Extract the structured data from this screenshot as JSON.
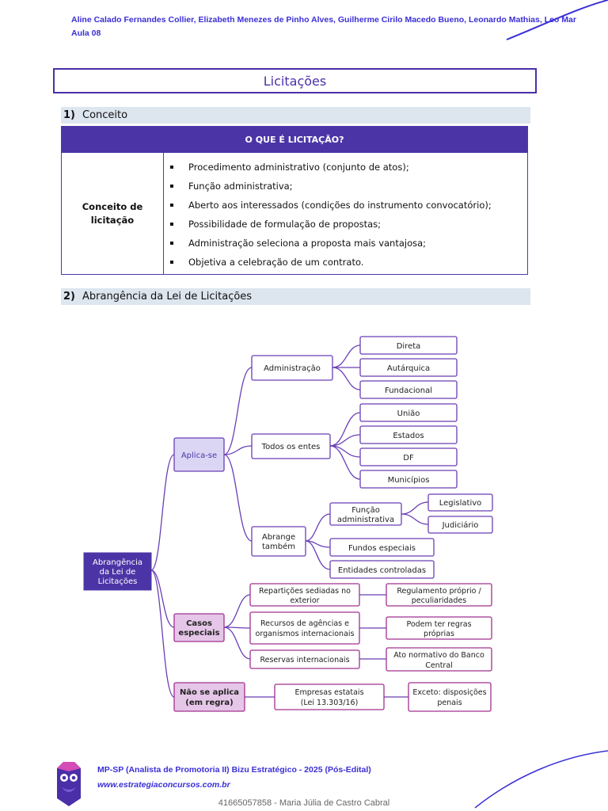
{
  "header": {
    "authors": "Aline Calado Fernandes Collier, Elizabeth Menezes de Pinho Alves, Guilherme Cirilo Macedo Bueno, Leonardo Mathias, Leo Mar",
    "lesson": "Aula 08"
  },
  "title": "Licitações",
  "section1": {
    "number": "1)",
    "label": "Conceito"
  },
  "concept_table": {
    "header": "O QUE É LICITAÇÃO?",
    "left_label": "Conceito de licitação",
    "items": [
      "Procedimento administrativo (conjunto de atos);",
      "Função administrativa;",
      "Aberto aos interessados (condições do instrumento convocatório);",
      "Possibilidade de formulação de propostas;",
      "Administração seleciona a proposta mais vantajosa;",
      "Objetiva a celebração de um contrato."
    ]
  },
  "section2": {
    "number": "2)",
    "label": "Abrangência da Lei de Licitações"
  },
  "mindmap": {
    "root": [
      "Abrangência",
      "da Lei de",
      "Licitações"
    ],
    "aplica_se": "Aplica-se",
    "administracao": "Administração",
    "direta": "Direta",
    "autarquica": "Autárquica",
    "fundacional": "Fundacional",
    "todos_entes": "Todos os entes",
    "uniao": "União",
    "estados": "Estados",
    "df": "DF",
    "municipios": "Municípios",
    "abrange": [
      "Abrange",
      "também"
    ],
    "funcao_adm": [
      "Função",
      "administrativa"
    ],
    "legislativo": "Legislativo",
    "judiciario": "Judiciário",
    "fundos": "Fundos especiais",
    "entidades": "Entidades controladas",
    "casos": [
      "Casos",
      "especiais"
    ],
    "reparticoes": [
      "Repartições sediadas no",
      "exterior"
    ],
    "regulamento": [
      "Regulamento próprio /",
      "peculiaridades"
    ],
    "recursos": [
      "Recursos de agências e",
      "organismos internacionais"
    ],
    "podem": [
      "Podem ter regras",
      "próprias"
    ],
    "reservas": "Reservas internacionais",
    "ato": [
      "Ato normativo do Banco",
      "Central"
    ],
    "nao_aplica": [
      "Não se aplica",
      "(em regra)"
    ],
    "empresas": [
      "Empresas estatais",
      "(Lei 13.303/16)"
    ],
    "exceto": [
      "Exceto: disposições",
      "penais"
    ]
  },
  "footer": {
    "course": "MP-SP (Analista de Promotoria II) Bizu Estratégico - 2025 (Pós-Edital)",
    "site": "www.estrategiaconcursos.com.br",
    "id_line": "41665057858 - Maria Júlia de Castro Cabral"
  },
  "colors": {
    "purple": "#4b35a6",
    "accent_blue": "#3a2fd6",
    "section_bg": "#dde5ef",
    "lavender": "#dcd6f5",
    "pink": "#e6c6e8"
  }
}
